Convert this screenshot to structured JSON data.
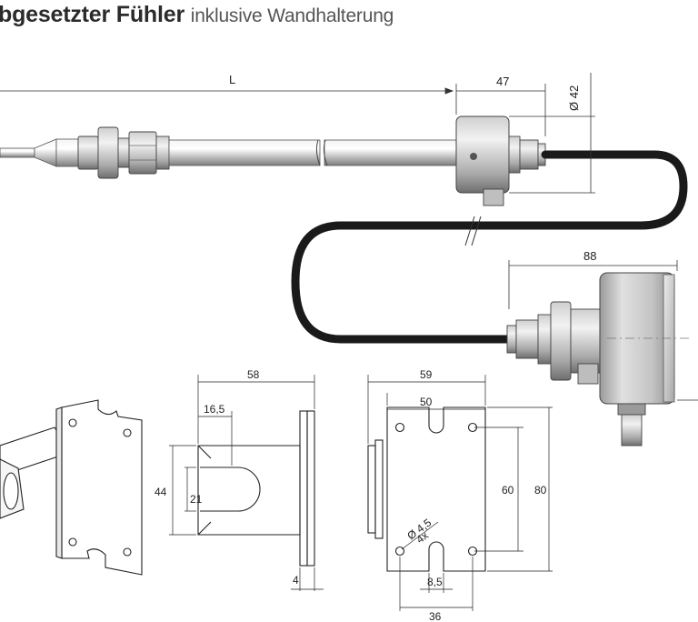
{
  "title": {
    "main": "bgesetzter Fühler",
    "sub": "inklusive Wandhalterung"
  },
  "sensor_dims": {
    "length": "L",
    "head_length": "47",
    "head_dia": "Ø 42"
  },
  "transmitter_dims": {
    "width": "88"
  },
  "bracket_side_dims": {
    "width": "58",
    "offset": "16,5",
    "height": "44",
    "slot": "21",
    "thickness": "4"
  },
  "bracket_front_dims": {
    "outer_width": "59",
    "inner_width": "50",
    "hole_spacing": "60",
    "outer_height": "80",
    "hole_dia": "Ø 4,5",
    "hole_count": "4x",
    "slot_width": "8,5",
    "base_width": "36"
  },
  "colors": {
    "metal_light": "#e6e6e6",
    "metal_dark": "#8a8a8a",
    "cable": "#1a1a1a",
    "line": "#333333"
  }
}
